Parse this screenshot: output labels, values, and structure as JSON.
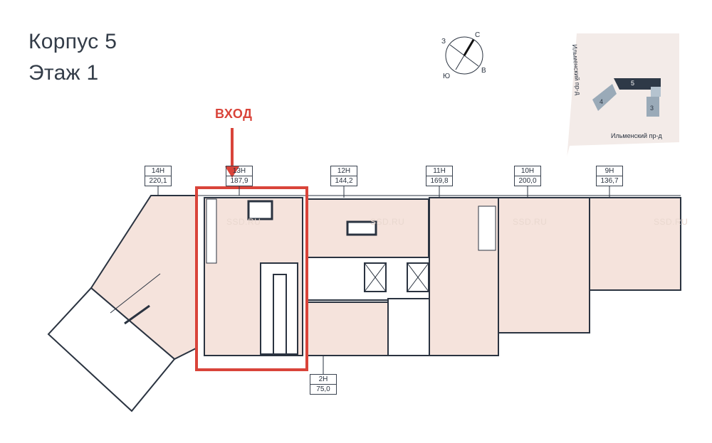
{
  "header": {
    "building": "Корпус 5",
    "floor": "Этаж 1"
  },
  "entrance": {
    "label": "ВХОД",
    "color": "#d9443a"
  },
  "compass": {
    "north": "С",
    "east": "В",
    "south": "Ю",
    "west": "З"
  },
  "minimap": {
    "street_vertical": "Ильменский пр-д",
    "street_horizontal": "Ильменский пр-д",
    "buildings": [
      {
        "label": "5",
        "highlighted": true
      },
      {
        "label": "4",
        "highlighted": false
      },
      {
        "label": "3",
        "highlighted": false
      }
    ]
  },
  "units": [
    {
      "number": "14Н",
      "area": "220,1"
    },
    {
      "number": "13Н",
      "area": "187,9"
    },
    {
      "number": "12Н",
      "area": "144,2"
    },
    {
      "number": "11Н",
      "area": "169,8"
    },
    {
      "number": "10Н",
      "area": "200,0"
    },
    {
      "number": "9Н",
      "area": "136,7"
    },
    {
      "number": "2Н",
      "area": "75,0"
    }
  ],
  "watermark": "SSD.RU",
  "colors": {
    "unit_fill": "#f5e3dc",
    "wall": "#2a3340",
    "highlight": "#d9443a",
    "minimap_bg": "#f3ebe8",
    "minimap_active": "#2e3947",
    "minimap_other": "#9aaab8"
  }
}
